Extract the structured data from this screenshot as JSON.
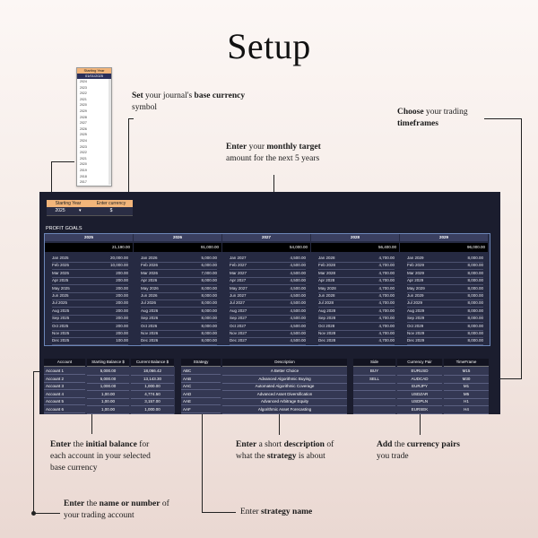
{
  "title": "Setup",
  "notes": {
    "currency": [
      "Set",
      " your journal's ",
      "base currency",
      " symbol"
    ],
    "target": [
      "Enter",
      " your ",
      "monthly target",
      "amount for the next 5 years"
    ],
    "timeframes": [
      "Choose",
      " your trading ",
      "timeframes"
    ],
    "balance": [
      "Enter",
      " the ",
      "initial balance",
      " for",
      "each account in your selected",
      "base currency"
    ],
    "description": [
      "Enter",
      " a short ",
      "description",
      " of",
      "what the ",
      "strategy",
      " is about"
    ],
    "pairs": [
      "Add",
      " the ",
      "currency pairs",
      "you trade"
    ],
    "account": [
      "Enter",
      " the ",
      "name or number",
      " of",
      "your trading account"
    ],
    "strategy": [
      "Enter ",
      "strategy name"
    ]
  },
  "year_popup": {
    "header": "Starting Year",
    "selected": "01/01/2025",
    "years": [
      "2024",
      "2023",
      "2022",
      "2021",
      "2020",
      "2029",
      "2028",
      "2027",
      "2026",
      "2025",
      "2024",
      "2023",
      "2022",
      "2021",
      "2020",
      "2019",
      "2018",
      "2017",
      "2016"
    ]
  },
  "setup": {
    "start_year_label": "Starting Year",
    "currency_label": "Enter currency",
    "start_year": "2025",
    "dropdown_arrow": "▾",
    "currency": "$"
  },
  "profit_goals": {
    "label": "PROFIT GOALS",
    "years": [
      {
        "year": "2025",
        "total": "21,190.00",
        "months": [
          [
            "Jan 2025",
            "20,000.00"
          ],
          [
            "Feb 2025",
            "10,000.00"
          ],
          [
            "Mar 2025",
            "200.00"
          ],
          [
            "Apr 2025",
            "200.00"
          ],
          [
            "May 2025",
            "200.00"
          ],
          [
            "Jun 2025",
            "200.00"
          ],
          [
            "Jul 2025",
            "200.00"
          ],
          [
            "Aug 2025",
            "200.00"
          ],
          [
            "Sep 2025",
            "200.00"
          ],
          [
            "Oct 2025",
            "200.00"
          ],
          [
            "Nov 2025",
            "200.00"
          ],
          [
            "Dec 2025",
            "100.00"
          ]
        ]
      },
      {
        "year": "2026",
        "total": "91,000.00",
        "months": [
          [
            "Jan 2026",
            "5,000.00"
          ],
          [
            "Feb 2026",
            "6,000.00"
          ],
          [
            "Mar 2026",
            "7,000.00"
          ],
          [
            "Apr 2026",
            "8,000.00"
          ],
          [
            "May 2026",
            "8,000.00"
          ],
          [
            "Jun 2026",
            "8,000.00"
          ],
          [
            "Jul 2026",
            "8,000.00"
          ],
          [
            "Aug 2026",
            "8,000.00"
          ],
          [
            "Sep 2026",
            "8,000.00"
          ],
          [
            "Oct 2026",
            "8,000.00"
          ],
          [
            "Nov 2026",
            "8,000.00"
          ],
          [
            "Dec 2026",
            "8,000.00"
          ]
        ]
      },
      {
        "year": "2027",
        "total": "54,000.00",
        "months": [
          [
            "Jan 2027",
            "4,500.00"
          ],
          [
            "Feb 2027",
            "4,500.00"
          ],
          [
            "Mar 2027",
            "4,500.00"
          ],
          [
            "Apr 2027",
            "4,500.00"
          ],
          [
            "May 2027",
            "4,500.00"
          ],
          [
            "Jun 2027",
            "4,500.00"
          ],
          [
            "Jul 2027",
            "4,500.00"
          ],
          [
            "Aug 2027",
            "4,500.00"
          ],
          [
            "Sep 2027",
            "4,500.00"
          ],
          [
            "Oct 2027",
            "4,500.00"
          ],
          [
            "Nov 2027",
            "4,500.00"
          ],
          [
            "Dec 2027",
            "4,500.00"
          ]
        ]
      },
      {
        "year": "2028",
        "total": "56,400.00",
        "months": [
          [
            "Jan 2028",
            "4,700.00"
          ],
          [
            "Feb 2028",
            "4,700.00"
          ],
          [
            "Mar 2028",
            "4,700.00"
          ],
          [
            "Apr 2028",
            "4,700.00"
          ],
          [
            "May 2028",
            "4,700.00"
          ],
          [
            "Jun 2028",
            "4,700.00"
          ],
          [
            "Jul 2028",
            "4,700.00"
          ],
          [
            "Aug 2028",
            "4,700.00"
          ],
          [
            "Sep 2028",
            "4,700.00"
          ],
          [
            "Oct 2028",
            "4,700.00"
          ],
          [
            "Nov 2028",
            "4,700.00"
          ],
          [
            "Dec 2028",
            "4,700.00"
          ]
        ]
      },
      {
        "year": "2029",
        "total": "96,000.00",
        "months": [
          [
            "Jan 2029",
            "8,000.00"
          ],
          [
            "Feb 2029",
            "8,000.00"
          ],
          [
            "Mar 2029",
            "8,000.00"
          ],
          [
            "Apr 2029",
            "8,000.00"
          ],
          [
            "May 2029",
            "8,000.00"
          ],
          [
            "Jun 2029",
            "8,000.00"
          ],
          [
            "Jul 2029",
            "8,000.00"
          ],
          [
            "Aug 2029",
            "8,000.00"
          ],
          [
            "Sep 2029",
            "8,000.00"
          ],
          [
            "Oct 2029",
            "8,000.00"
          ],
          [
            "Nov 2029",
            "8,000.00"
          ],
          [
            "Dec 2029",
            "8,000.00"
          ]
        ]
      }
    ]
  },
  "accounts": {
    "headers": [
      "Account",
      "Starting Balance $",
      "Current Balance $"
    ],
    "rows": [
      [
        "Account 1",
        "5,000.00",
        "18,066.42"
      ],
      [
        "Account 2",
        "5,000.00",
        "13,143.30"
      ],
      [
        "Account 3",
        "1,000.00",
        "1,000.00"
      ],
      [
        "Account 4",
        "1,00.00",
        "4,774.50"
      ],
      [
        "Account 5",
        "1,00.00",
        "3,157.00"
      ],
      [
        "Account 6",
        "1,00.00",
        "1,000.00"
      ]
    ]
  },
  "strategies": {
    "headers": [
      "Strategy",
      "Description"
    ],
    "rows": [
      [
        "ABC",
        "A Better Choice"
      ],
      [
        "AAB",
        "Advanced Algorithmic Buying"
      ],
      [
        "AAC",
        "Automated Algorithmic Coverage"
      ],
      [
        "AAD",
        "Advanced Asset Diversification"
      ],
      [
        "AAE",
        "Advanced Arbitrage Equity"
      ],
      [
        "AAF",
        "Algorithmic Asset Forecasting"
      ]
    ]
  },
  "pairs": {
    "headers": [
      "Side",
      "Currency Pair",
      "TimeFrame"
    ],
    "rows": [
      [
        "BUY",
        "EURUSD",
        "M15"
      ],
      [
        "SELL",
        "AUDCAD",
        "M30"
      ],
      [
        "",
        "EURJPY",
        "M1"
      ],
      [
        "",
        "USDZAR",
        "M5"
      ],
      [
        "",
        "USDPLN",
        "H1"
      ],
      [
        "",
        "EURSEK",
        "H4"
      ]
    ]
  },
  "colors": {
    "panel": "#1b1d2e",
    "accent": "#f2b57a",
    "grid_border": "#6c86b8"
  }
}
